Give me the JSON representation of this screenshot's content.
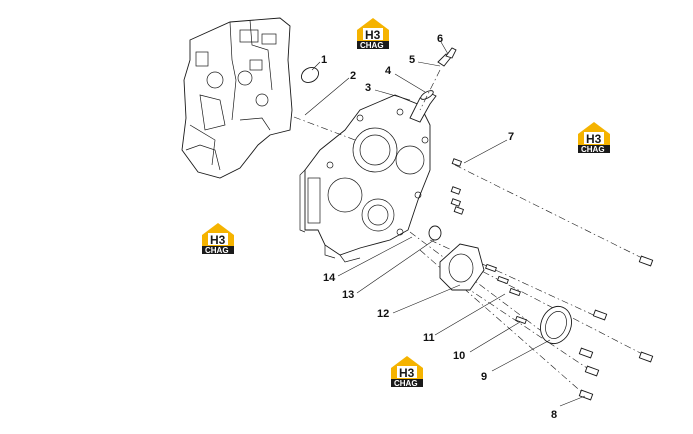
{
  "logos": [
    {
      "main": "H3",
      "sub": "CHAG"
    },
    {
      "main": "H3",
      "sub": "CHAG"
    },
    {
      "main": "H3",
      "sub": "CHAG"
    },
    {
      "main": "H3",
      "sub": "CHAG"
    }
  ],
  "callouts": [
    "1",
    "2",
    "3",
    "4",
    "5",
    "6",
    "7",
    "8",
    "9",
    "10",
    "11",
    "12",
    "13",
    "14"
  ],
  "colors": {
    "logo_yellow": "#f5b300",
    "logo_dark": "#1a1a1a",
    "line": "#1a1a1a"
  }
}
